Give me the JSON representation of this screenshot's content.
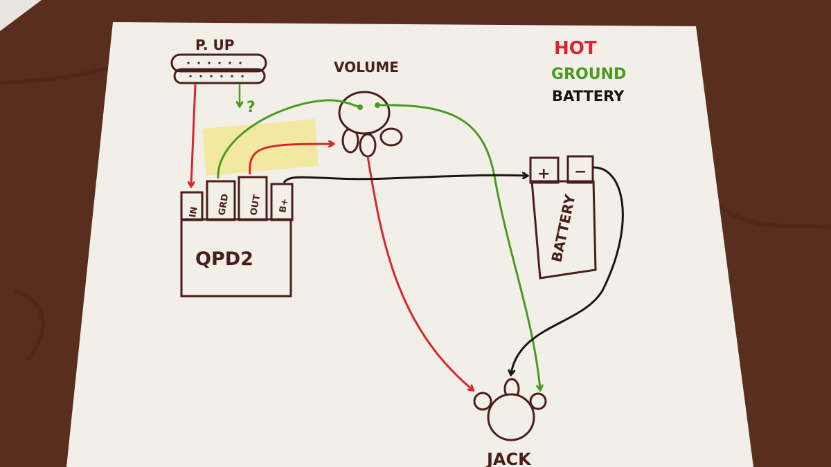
{
  "labels": {
    "pickup": "P. UP",
    "pickup_unknown": "?",
    "volume": "VOLUME",
    "jack": "JACK",
    "battery": "BATTERY",
    "battery_plus": "+",
    "battery_minus": "−",
    "module": "QPD2",
    "terminal_in": "IN",
    "terminal_grd": "GRD",
    "terminal_out": "OUT",
    "terminal_bplus": "B+"
  },
  "legend": {
    "hot": "HOT",
    "ground": "GROUND",
    "battery": "BATTERY"
  },
  "colors": {
    "hot": "#d8262e",
    "ground": "#4a9a1e",
    "battery": "#1a1414",
    "ink": "#4a1e18",
    "paper": "#f1efe8",
    "sticky_note": "#f3e79a",
    "table": "#5a2e1e"
  }
}
